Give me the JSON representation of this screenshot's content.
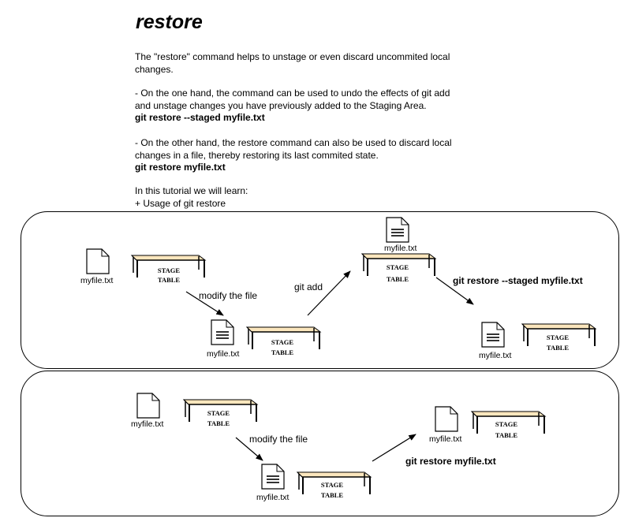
{
  "title": "restore",
  "intro": {
    "p1_line1": "The \"restore\" command helps to unstage or even discard uncommited local",
    "p1_line2": "changes.",
    "p2_line1": "- On the one hand, the command can be used to undo the effects of git add",
    "p2_line2": "and unstage changes you have previously added to the Staging Area.",
    "p2_cmd": "git restore --staged myfile.txt",
    "p3_line1": "- On the other hand, the restore command can also be used to discard local",
    "p3_line2": "changes in a file, thereby restoring its last commited state.",
    "p3_cmd": "git restore myfile.txt",
    "p4_line1": "In this tutorial we will learn:",
    "p4_line2": "+ Usage of git restore"
  },
  "table": {
    "line1": "STAGE",
    "line2": "TABLE"
  },
  "file_label": "myfile.txt",
  "diagram1": {
    "step1_label": "modify the file",
    "step2_label": "git add",
    "step3_label": "git restore --staged myfile.txt"
  },
  "diagram2": {
    "step1_label": "modify the file",
    "step2_label": "git restore myfile.txt"
  },
  "colors": {
    "table_top": "#fbe6bd",
    "stroke": "#000000",
    "background": "#ffffff"
  }
}
